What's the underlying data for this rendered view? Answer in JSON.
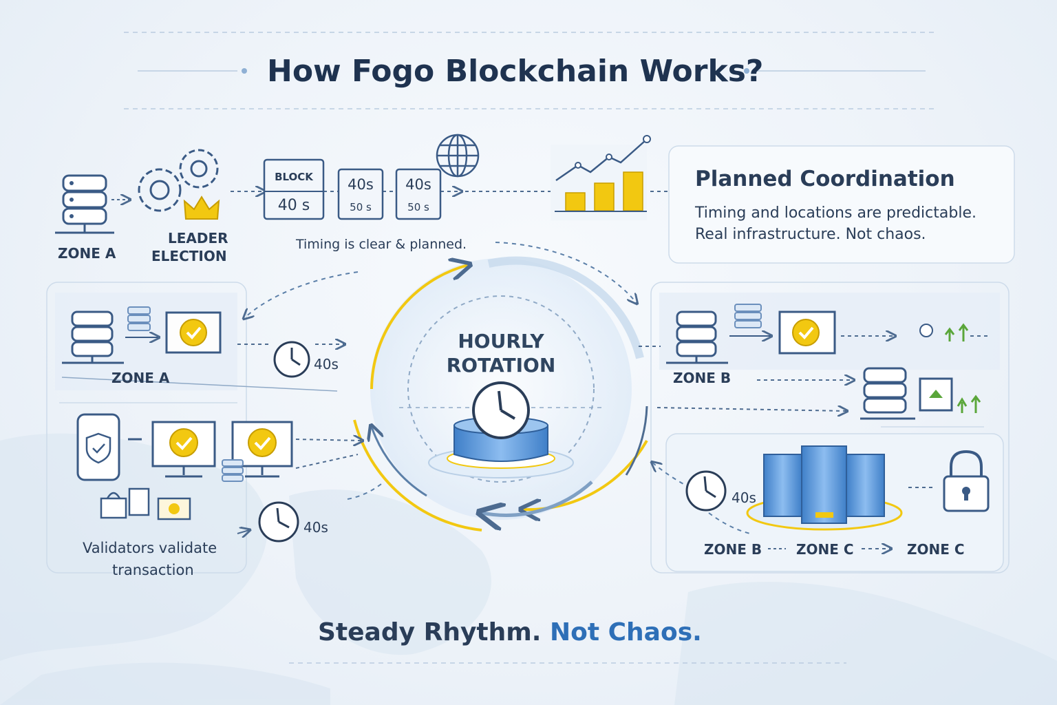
{
  "title": "How Fogo Blockchain Works?",
  "top_row": {
    "zone_a": "ZONE A",
    "leader_line1": "LEADER",
    "leader_line2": "ELECTION",
    "block_header": "BLOCK",
    "block_value": "40 s",
    "slot1_top": "40s",
    "slot1_bottom": "50 s",
    "slot2_top": "40s",
    "slot2_bottom": "50 s",
    "timing_caption": "Timing is clear & planned."
  },
  "planned_panel": {
    "title": "Planned Coordination",
    "line1": "Timing and locations are predictable.",
    "line2": "Real infrastructure. Not chaos."
  },
  "center": {
    "line1": "HOURLY",
    "line2": "ROTATION"
  },
  "left_panel": {
    "zone_a": "ZONE A",
    "clock1_label": "40s",
    "clock2_label": "40s",
    "caption_line1": "Validators validate",
    "caption_line2": "transaction"
  },
  "right_panel": {
    "zone_b": "ZONE B",
    "clock_label": "40s",
    "zone_b2": "ZONE B",
    "zone_c": "ZONE C",
    "zone_c2": "ZONE C"
  },
  "footer": {
    "part1": "Steady Rhythm.",
    "part2": "Not Chaos."
  },
  "colors": {
    "navy": "#1f3350",
    "accent_blue": "#2e6fb7",
    "gold": "#f2c811",
    "line_blue": "#5b7fa8"
  }
}
